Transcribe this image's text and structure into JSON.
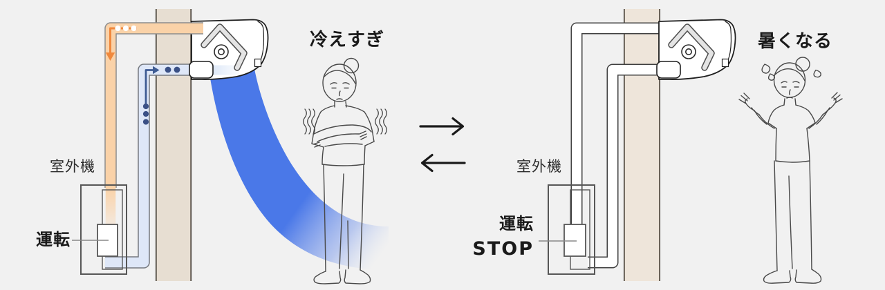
{
  "scenes": {
    "cooling": {
      "caption": "冷えすぎ",
      "outdoor_unit_label": "室外機",
      "operation_label": "運転"
    },
    "stopped": {
      "caption": "暑くなる",
      "outdoor_unit_label": "室外機",
      "operation_label": "運転",
      "operation_status": "STOP"
    }
  },
  "colors": {
    "background": "#F1F1F1",
    "wall_left": "#E7DED2",
    "wall_right": "#EEE5DA",
    "air_stream": "#4A78E8",
    "hot_pipe": "#FAD2A8",
    "hot_arrow": "#F0883C",
    "cold_pipe": "#DEE7F8",
    "cold_accent": "#3A5086",
    "text": "#1A1A1A"
  }
}
